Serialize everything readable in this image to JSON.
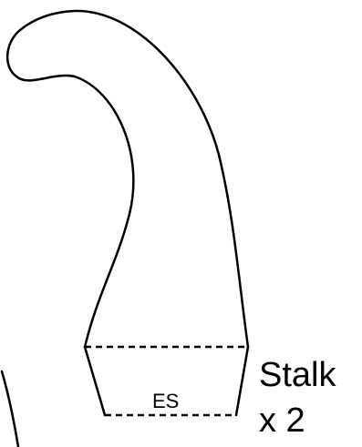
{
  "pattern_piece": {
    "name": "Stalk",
    "quantity": "x 2",
    "edge_label": "ES",
    "outline_color": "#000000",
    "background_color": "#ffffff"
  }
}
